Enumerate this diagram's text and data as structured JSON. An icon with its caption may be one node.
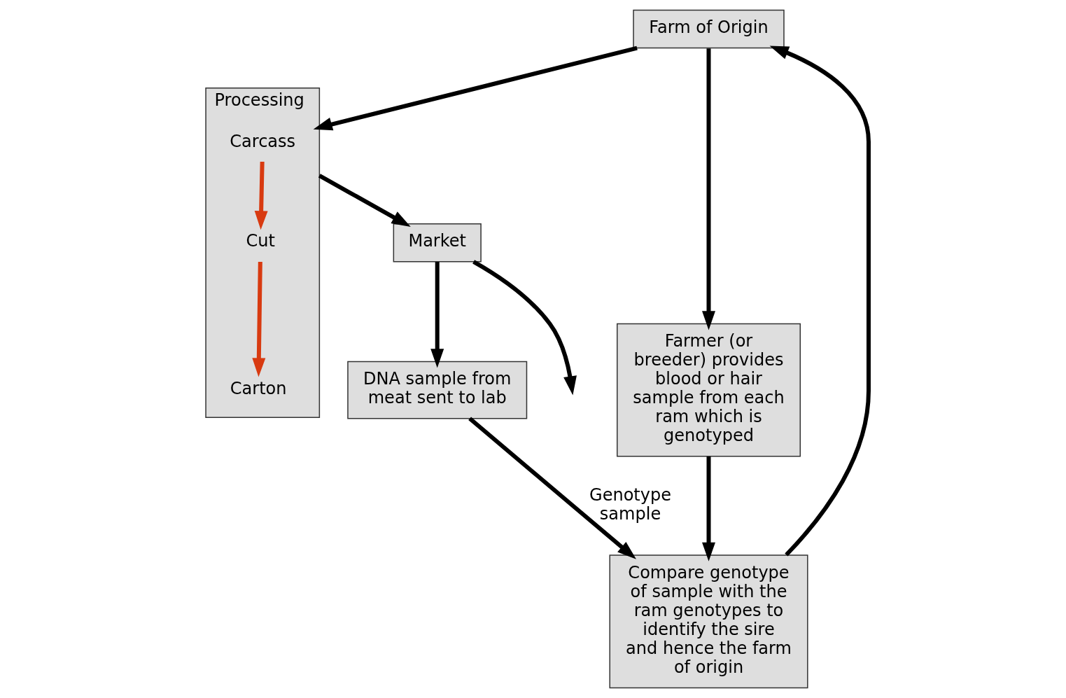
{
  "diagram": {
    "nodes": [
      {
        "text": [
          "Farm of Origin"
        ]
      },
      {
        "text": [
          "Processing"
        ]
      },
      {
        "text": [
          "Carcass"
        ],
        "in": 1
      },
      {
        "text": [
          "Cut"
        ],
        "in": 1
      },
      {
        "text": [
          "Carton"
        ],
        "in": 1
      },
      {
        "text": [
          "Market"
        ]
      },
      {
        "text": [
          "Farmer (or breeder) provides blood or hair sample from each ram which is genotyped"
        ]
      },
      {
        "text": [
          "Compare genotype of sample with the ram genotypes to identify the sire and hence the farm of origin"
        ]
      },
      {
        "text": [
          "DNA sample from meat sent to lab"
        ]
      }
    ],
    "edges": [
      {
        "from": 0,
        "to": 1,
        "arrow": "to"
      },
      {
        "from": 1,
        "to": 5,
        "arrow": "to"
      },
      {
        "from": 2,
        "to": 3,
        "arrow": "to",
        "color": "#d83a10"
      },
      {
        "from": 3,
        "to": 4,
        "arrow": "to",
        "color": "#d83a10"
      },
      {
        "from": 0,
        "to": 6,
        "arrow": "to"
      },
      {
        "from": 6,
        "to": 7,
        "arrow": "to"
      },
      {
        "from": 5,
        "to": null,
        "arrow": "to"
      },
      {
        "from": 5,
        "to": 8,
        "arrow": "to"
      },
      {
        "from": 8,
        "to": 7,
        "arrow": "to",
        "label": "Genotype sample"
      },
      {
        "from": 7,
        "to": 0,
        "arrow": "to"
      }
    ]
  }
}
